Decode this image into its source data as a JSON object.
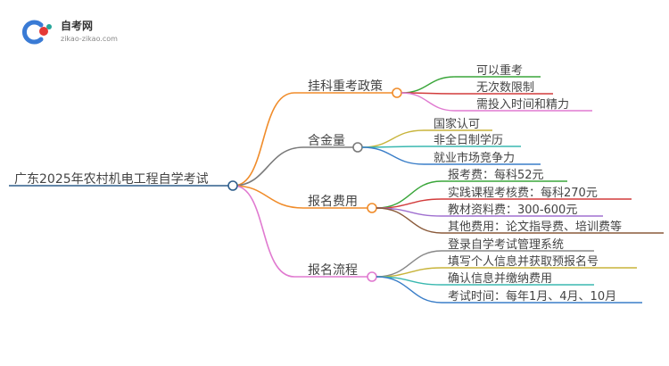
{
  "logo": {
    "name": "自考网",
    "url": "zikao-zikao.com",
    "colors": {
      "blue": "#3a7bd5",
      "red": "#e53935",
      "teal": "#26a69a"
    }
  },
  "root": {
    "label": "广东2025年农村机电工程自学考试",
    "color": "#2e5e8c"
  },
  "branches": [
    {
      "label": "挂科重考政策",
      "color": "#f08c2a",
      "children": [
        {
          "label": "可以重考",
          "color": "#3aa63a"
        },
        {
          "label": "无次数限制",
          "color": "#d23c3c"
        },
        {
          "label": "需投入时间和精力",
          "color": "#e07ad0"
        }
      ]
    },
    {
      "label": "含金量",
      "color": "#7a7a7a",
      "children": [
        {
          "label": "国家认可",
          "color": "#c8b43a"
        },
        {
          "label": "非全日制学历",
          "color": "#3ab8b0"
        },
        {
          "label": "就业市场竞争力",
          "color": "#3a7ec8"
        }
      ]
    },
    {
      "label": "报名费用",
      "color": "#f08c2a",
      "children": [
        {
          "label": "报考费：每科52元",
          "color": "#3aa63a"
        },
        {
          "label": "实践课程考核费：每科270元",
          "color": "#d23c3c"
        },
        {
          "label": "教材资料费：300-600元",
          "color": "#a070d0"
        },
        {
          "label": "其他费用：论文指导费、培训费等",
          "color": "#8a5a3a"
        }
      ]
    },
    {
      "label": "报名流程",
      "color": "#e07ad0",
      "children": [
        {
          "label": "登录自学考试管理系统",
          "color": "#888888"
        },
        {
          "label": "填写个人信息并获取预报名号",
          "color": "#c8b43a"
        },
        {
          "label": "确认信息并缴纳费用",
          "color": "#3ab8b0"
        },
        {
          "label": "考试时间：每年1月、4月、10月",
          "color": "#3a7ec8"
        }
      ]
    }
  ]
}
